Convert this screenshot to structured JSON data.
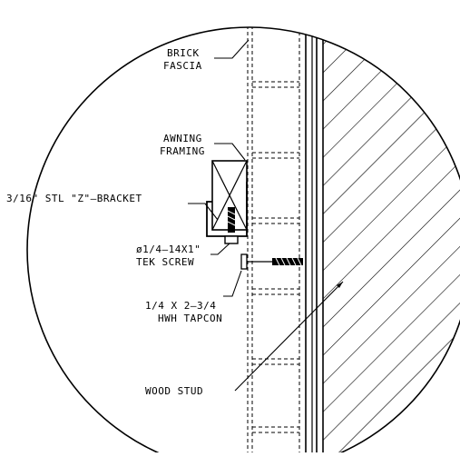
{
  "drawing": {
    "labels": {
      "brick_line1": "BRICK",
      "brick_line2": "FASCIA",
      "awning_line1": "AWNING",
      "awning_line2": "FRAMING",
      "bracket": "3/16\" STL \"Z\"–BRACKET",
      "tek_line1": "ø1/4–14X1\"",
      "tek_line2": "TEK SCREW",
      "tapcon_line1": "1/4 X 2–3/4",
      "tapcon_line2": "HWH TAPCON",
      "wood_stud": "WOOD STUD"
    },
    "colors": {
      "line": "#000000",
      "background": "#ffffff"
    }
  }
}
